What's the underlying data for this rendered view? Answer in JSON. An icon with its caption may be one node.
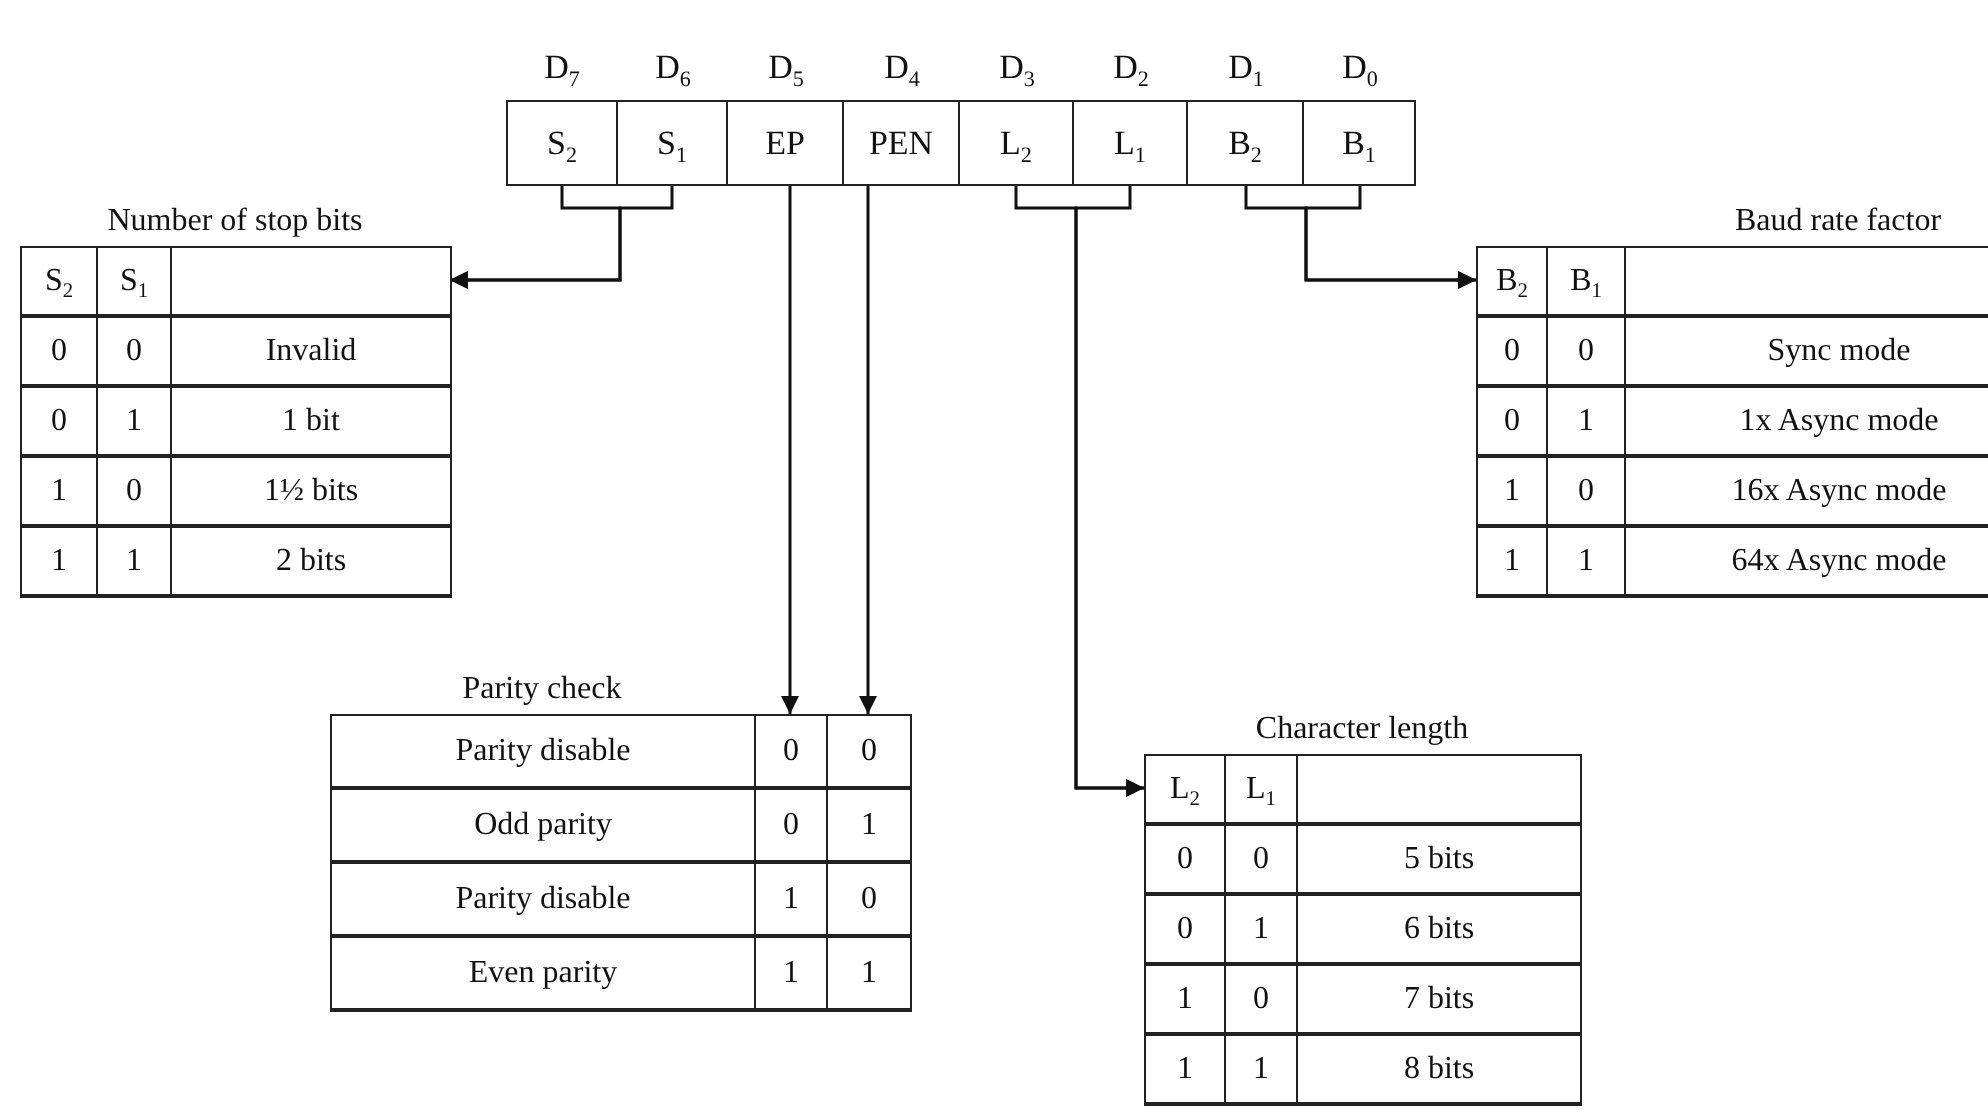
{
  "diagram": {
    "nodes": [
      {
        "text": [
          "D$_{7}$",
          "S$_{2}$"
        ]
      },
      {
        "text": [
          "D$_{6}$",
          "S$_{1}$"
        ]
      },
      {
        "text": [
          "D$_{5}$",
          "EP"
        ]
      },
      {
        "text": [
          "D$_{4}$",
          "PEN"
        ]
      },
      {
        "text": [
          "D$_{3}$",
          "L$_{2}$"
        ]
      },
      {
        "text": [
          "D$_{2}$",
          "L$_{1}$"
        ]
      },
      {
        "text": [
          "D$_{1}$",
          "B$_{2}$"
        ]
      },
      {
        "text": [
          "D$_{0}$",
          "B$_{1}$"
        ]
      },
      {
        "text": [
          "Number of stop bits",
          "S$_{2}$",
          "S$_{1}$",
          "0",
          "0",
          "Invalid",
          "0",
          "1",
          "1 bit",
          "1",
          "0",
          "1½ bits",
          "1",
          "1",
          "2 bits"
        ]
      },
      {
        "text": [
          "Parity check",
          "Parity disable",
          "0",
          "0",
          "Odd parity",
          "0",
          "1",
          "Parity disable",
          "1",
          "0",
          "Even parity",
          "1",
          "1"
        ]
      },
      {
        "text": [
          "Character length",
          "L$_{2}$",
          "L$_{1}$",
          "0",
          "0",
          "5 bits",
          "0",
          "1",
          "6 bits",
          "1",
          "0",
          "7 bits",
          "1",
          "1",
          "8 bits"
        ]
      },
      {
        "text": [
          "Baud rate factor",
          "B$_{2}$",
          "B$_{1}$",
          "0",
          "0",
          "Sync mode",
          "0",
          "1",
          "1x Async mode",
          "1",
          "0",
          "16x Async mode",
          "1",
          "1",
          "64x Async mode"
        ]
      }
    ],
    "edges": [
      {
        "from": 0,
        "to": 8,
        "arrow": "to"
      },
      {
        "from": 1,
        "to": 8,
        "arrow": "to"
      },
      {
        "from": 2,
        "to": 9,
        "arrow": "to"
      },
      {
        "from": 3,
        "to": 9,
        "arrow": "to"
      },
      {
        "from": 4,
        "to": 10,
        "arrow": "to"
      },
      {
        "from": 5,
        "to": 10,
        "arrow": "to"
      },
      {
        "from": 6,
        "to": 11,
        "arrow": "to"
      },
      {
        "from": 7,
        "to": 11,
        "arrow": "to"
      }
    ]
  }
}
